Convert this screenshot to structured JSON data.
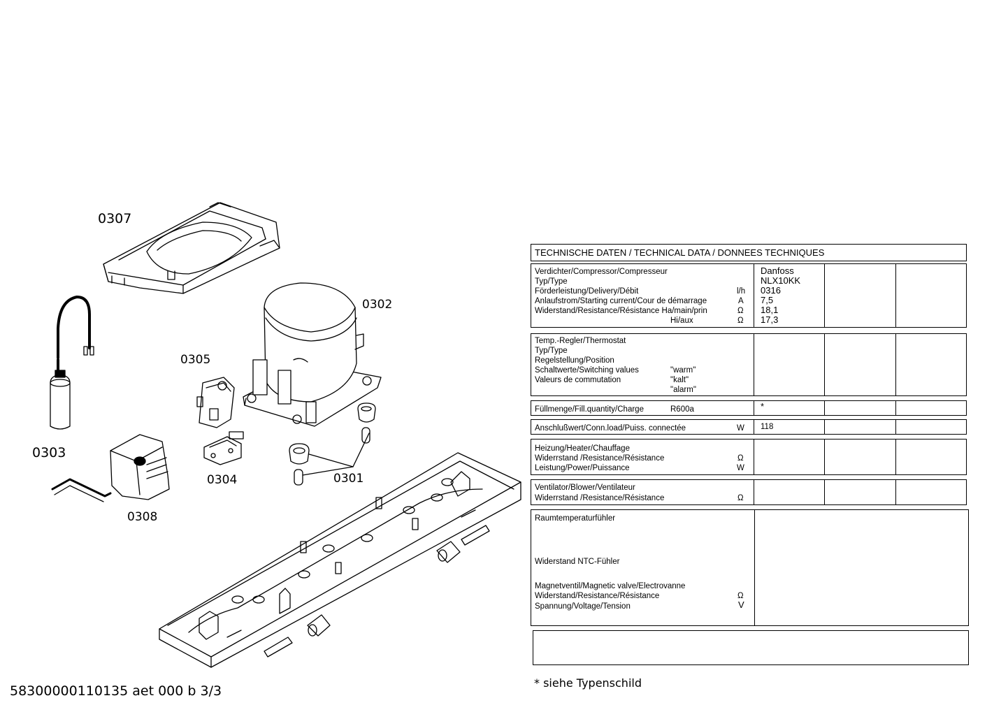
{
  "parts": {
    "p0307": "0307",
    "p0302": "0302",
    "p0305": "0305",
    "p0303": "0303",
    "p0304": "0304",
    "p0301": "0301",
    "p0308": "0308"
  },
  "footer_code": "58300000110135 aet 000 b 3/3",
  "footnote": "* siehe Typenschild",
  "tech": {
    "title": "TECHNISCHE DATEN / TECHNICAL DATA / DONNEES TECHNIQUES",
    "compressor": {
      "l1": "Verdichter/Compressor/Compresseur",
      "l2": "Typ/Type",
      "l3": "Förderleistung/Delivery/Débit",
      "l4": "Anlaufstrom/Starting current/Cour de démarrage",
      "l5": "Widerstand/Resistance/Résistance Ha/main/prin",
      "l6": "Hi/aux",
      "u3": "l/h",
      "u4": "A",
      "u5": "Ω",
      "u6": "Ω",
      "v1": "Danfoss",
      "v2": "NLX10KK",
      "v3": "0316",
      "v4": "7,5",
      "v5": "18,1",
      "v6": "17,3"
    },
    "thermostat": {
      "l1": "Temp.-Regler/Thermostat",
      "l2": "Typ/Type",
      "l3": "Regelstellung/Position",
      "l4": "Schaltwerte/Switching values",
      "l5": "Valeurs de commutation",
      "s1": "\"warm\"",
      "s2": "\"kalt\"",
      "s3": "\"alarm\""
    },
    "fill": {
      "label": "Füllmenge/Fill.quantity/Charge",
      "refrigerant": "R600a",
      "value": "*"
    },
    "conn": {
      "label": "Anschlußwert/Conn.load/Puiss. connectée",
      "unit": "W",
      "value": "118"
    },
    "heater": {
      "l1": "Heizung/Heater/Chauffage",
      "l2": "Widerrstand  /Resistance/Résistance",
      "l3": "Leistung/Power/Puissance",
      "u2": "Ω",
      "u3": "W"
    },
    "blower": {
      "l1": "Ventilator/Blower/Ventilateur",
      "l2": "Widerrstand  /Resistance/Résistance",
      "u2": "Ω"
    },
    "sensor": {
      "l1": "Raumtemperaturfühler",
      "l2": "Widerstand NTC-Fühler",
      "l3": "Magnetventil/Magnetic valve/Electrovanne",
      "l4": "Widerstand/Resistance/Résistance",
      "l5": "Spannung/Voltage/Tension",
      "u4": "Ω",
      "u5": "V"
    }
  }
}
